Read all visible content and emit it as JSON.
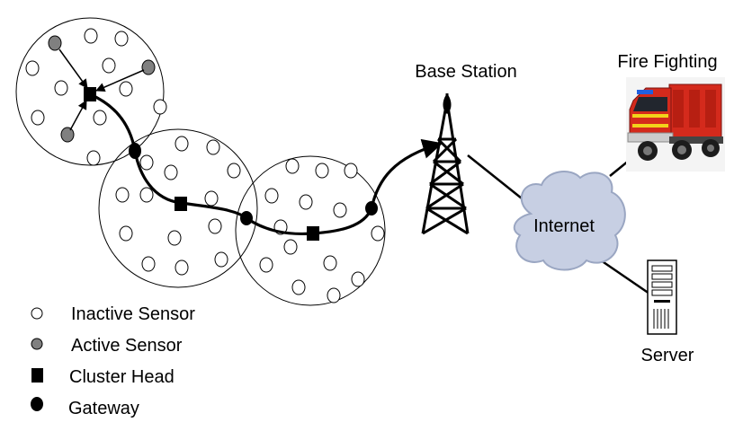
{
  "labels": {
    "base_station": "Base Station",
    "fire_fighting": "Fire Fighting",
    "internet": "Internet",
    "server": "Server"
  },
  "legend": {
    "inactive": "Inactive Sensor",
    "active": "Active Sensor",
    "cluster_head": "Cluster Head",
    "gateway": "Gateway"
  },
  "colors": {
    "inactive_fill": "#ffffff",
    "active_fill": "#808080",
    "cloud_fill": "#c7cfe3",
    "truck_red": "#d42a1c"
  }
}
